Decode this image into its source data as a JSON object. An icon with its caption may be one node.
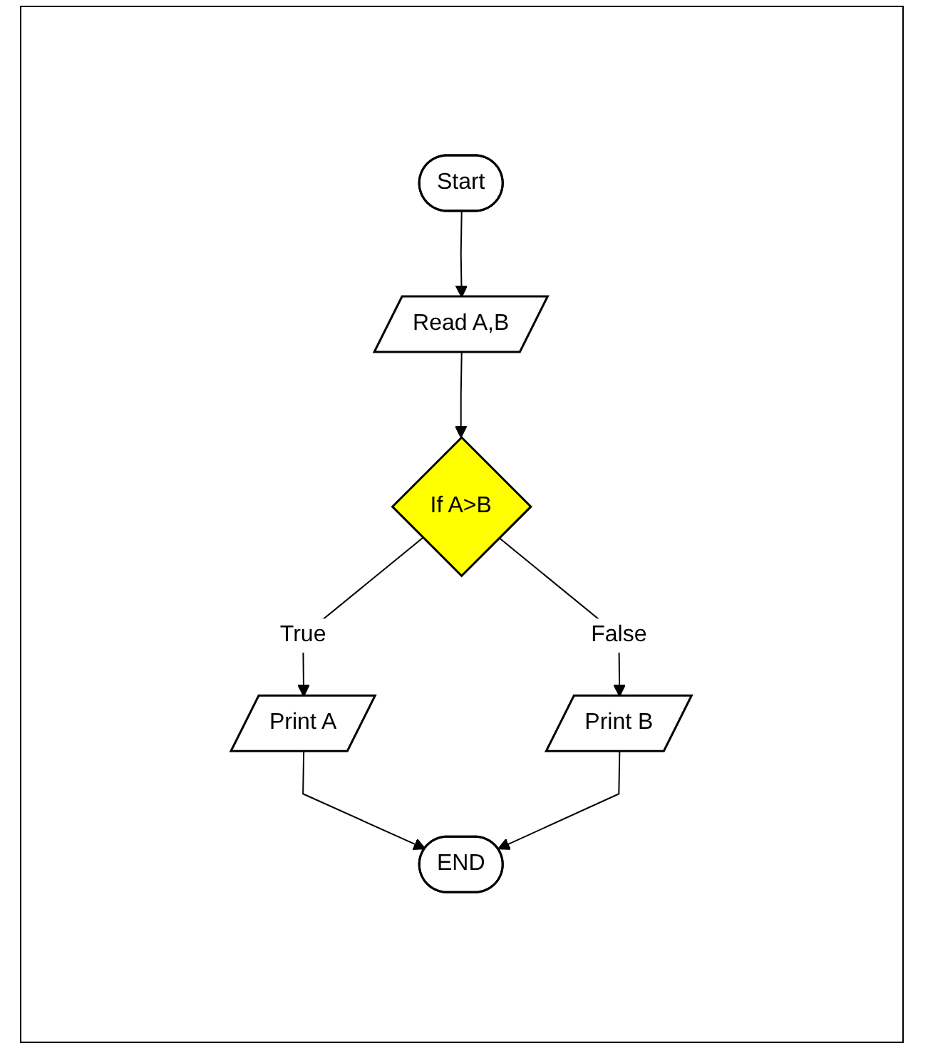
{
  "diagram": {
    "nodes": [
      {
        "text": [
          "Start"
        ]
      },
      {
        "text": [
          "Read A,B"
        ]
      },
      {
        "text": [
          "If A>B"
        ]
      },
      {
        "text": [
          "Print A"
        ]
      },
      {
        "text": [
          "Print B"
        ]
      },
      {
        "text": [
          "END"
        ]
      }
    ],
    "edges": [
      {
        "from": 0,
        "to": 1,
        "arrow": "to"
      },
      {
        "from": 1,
        "to": 2,
        "arrow": "to"
      },
      {
        "from": 2,
        "to": 3,
        "arrow": "to",
        "label": "True"
      },
      {
        "from": 2,
        "to": 4,
        "arrow": "to",
        "label": "False"
      },
      {
        "from": 3,
        "to": 5,
        "arrow": "to"
      },
      {
        "from": 4,
        "to": 5,
        "arrow": "to"
      }
    ]
  }
}
